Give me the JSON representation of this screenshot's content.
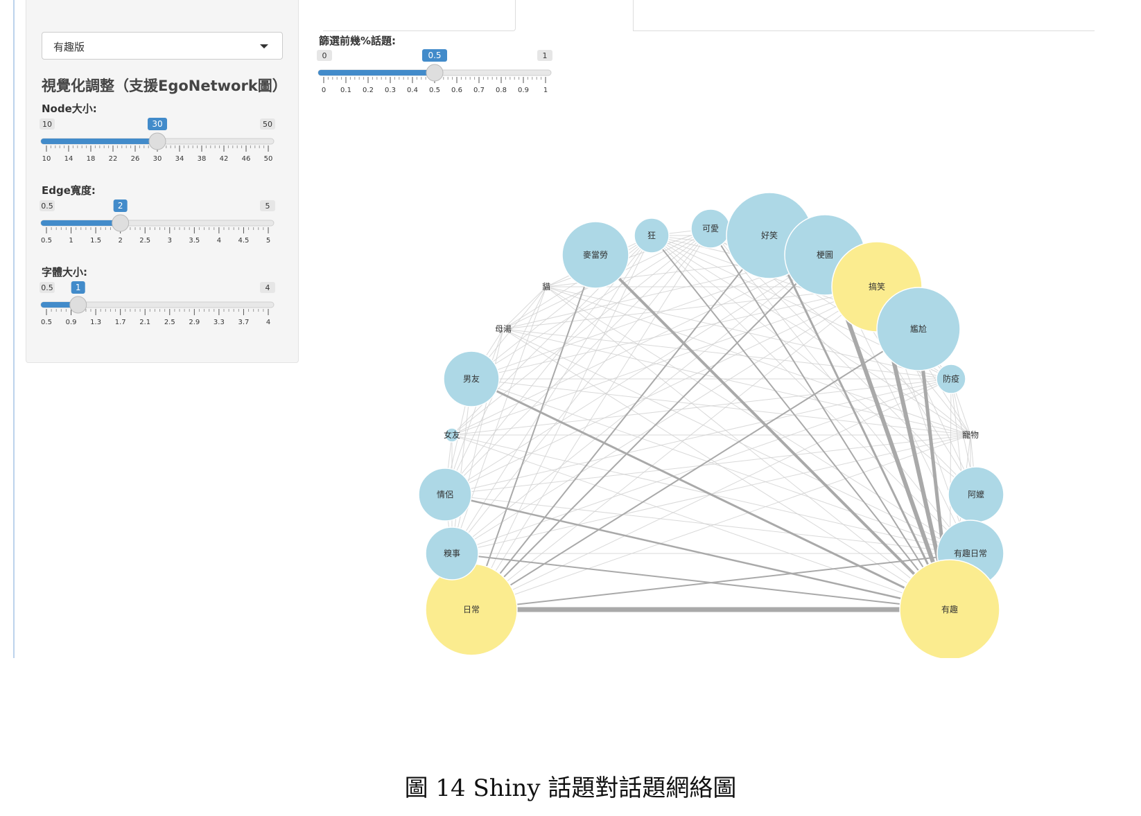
{
  "sidebar": {
    "select": {
      "value": "有趣版"
    },
    "section_title": "視覺化調整（支援EgoNetwork圖）"
  },
  "sliders": [
    {
      "id": "topic-filter",
      "label": "篩選前幾%話題:",
      "min": 0,
      "max": 1,
      "value": 0.5,
      "min_label": "0",
      "max_label": "1",
      "value_label": "0.5",
      "ticks": [
        "0",
        "0.1",
        "0.2",
        "0.3",
        "0.4",
        "0.5",
        "0.6",
        "0.7",
        "0.8",
        "0.9",
        "1"
      ]
    },
    {
      "id": "node-size",
      "label": "Node大小:",
      "min": 10,
      "max": 50,
      "value": 30,
      "min_label": "10",
      "max_label": "50",
      "value_label": "30",
      "ticks": [
        "10",
        "14",
        "18",
        "22",
        "26",
        "30",
        "34",
        "38",
        "42",
        "46",
        "50"
      ]
    },
    {
      "id": "edge-width",
      "label": "Edge寬度:",
      "min": 0.5,
      "max": 5,
      "value": 2,
      "min_label": "0.5",
      "max_label": "5",
      "value_label": "2",
      "ticks": [
        "0.5",
        "1",
        "1.5",
        "2",
        "2.5",
        "3",
        "3.5",
        "4",
        "4.5",
        "5"
      ]
    },
    {
      "id": "font-size",
      "label": "字體大小:",
      "min": 0.5,
      "max": 4,
      "value": 1,
      "min_label": "0.5",
      "max_label": "4",
      "value_label": "1",
      "ticks": [
        "0.5",
        "0.9",
        "1.3",
        "1.7",
        "2.1",
        "2.5",
        "2.9",
        "3.3",
        "3.7",
        "4"
      ]
    }
  ],
  "network": {
    "nodes": [
      "麥當勞",
      "狂",
      "可愛",
      "好笑",
      "梗圖",
      "搞笑",
      "尷尬",
      "防疫",
      "寵物",
      "阿嬤",
      "有趣日常",
      "有趣",
      "日常",
      "糗事",
      "情侶",
      "女友",
      "男友",
      "母湯",
      "貓"
    ],
    "highlight_nodes": [
      "搞笑",
      "有趣",
      "日常"
    ]
  },
  "colors": {
    "accent": "#428bca",
    "node_blue": "#add8e6",
    "node_yellow": "#fbec8f",
    "edge": "#a9a9a9"
  },
  "caption": "圖  14 Shiny 話題對話題網絡圖"
}
